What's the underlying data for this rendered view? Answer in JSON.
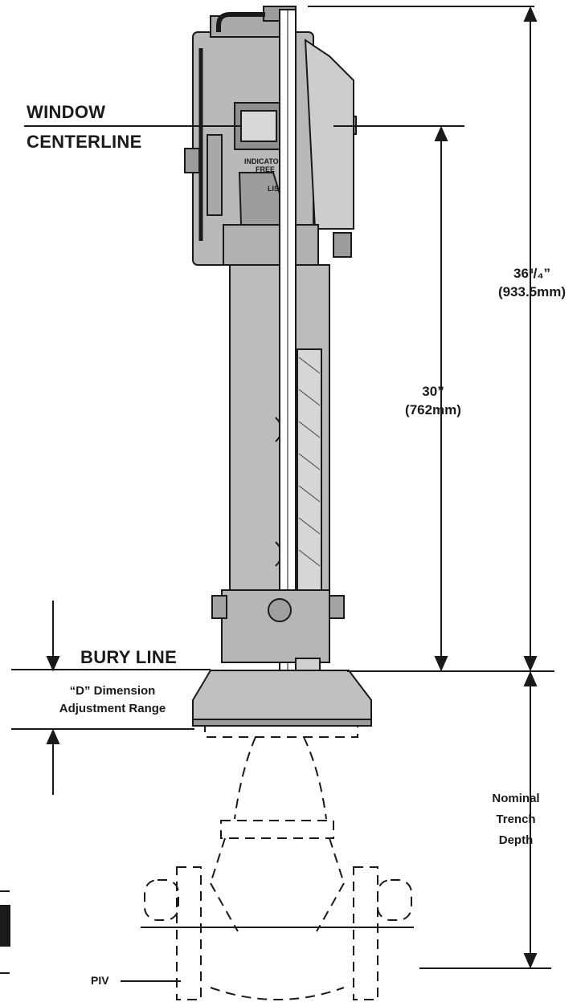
{
  "labels": {
    "window_centerline": [
      "WINDOW",
      "CENTERLINE"
    ],
    "bury_line": "BURY LINE",
    "d_dimension": [
      "“D” Dimension",
      "Adjustment Range"
    ],
    "overall_height": [
      "36³/₄”",
      "(933.5mm)"
    ],
    "window_height": [
      "30”",
      "(762mm)"
    ],
    "trench_depth": [
      "Nominal",
      "Trench",
      "Depth"
    ],
    "piv": "PIV"
  },
  "housing_text": [
    "INDICATOR",
    "FREE",
    "LISTED"
  ],
  "colors": {
    "line": "#1a1a1a",
    "fill": "#b8b8b8",
    "fill_dark": "#8c8c8c",
    "background": "#ffffff"
  }
}
